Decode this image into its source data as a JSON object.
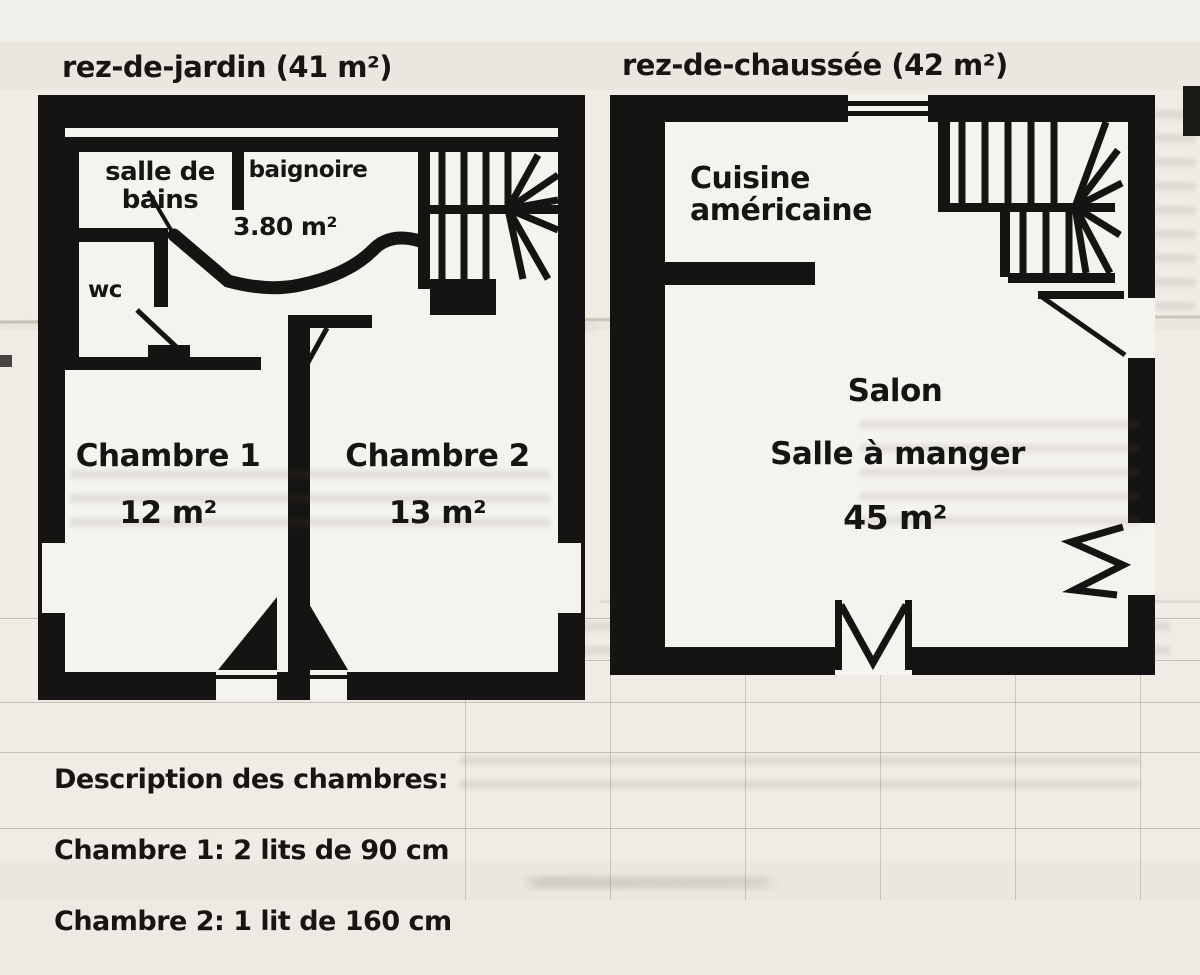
{
  "left_plan": {
    "title": "rez-de-jardin (41 m²)",
    "labels": {
      "salle_de_bains": "salle de bains",
      "baignoire": "baignoire",
      "baignoire_area": "3.80 m²",
      "wc": "wc",
      "chambre1": "Chambre 1",
      "chambre1_area": "12 m²",
      "chambre2": "Chambre 2",
      "chambre2_area": "13 m²"
    }
  },
  "right_plan": {
    "title": "rez-de-chaussée (42 m²)",
    "labels": {
      "cuisine": "Cuisine américaine",
      "salon": "Salon",
      "salle_a_manger": "Salle à manger",
      "salon_area": "45 m²"
    }
  },
  "description": {
    "heading": "Description des chambres:",
    "chambre1_line": "Chambre 1: 2 lits de 90 cm",
    "chambre2_line": "Chambre 2: 1 lit de 160 cm"
  },
  "colors": {
    "ink": "#161412",
    "paper": "#edeae4",
    "plan_interior": "#f5f3ee"
  }
}
